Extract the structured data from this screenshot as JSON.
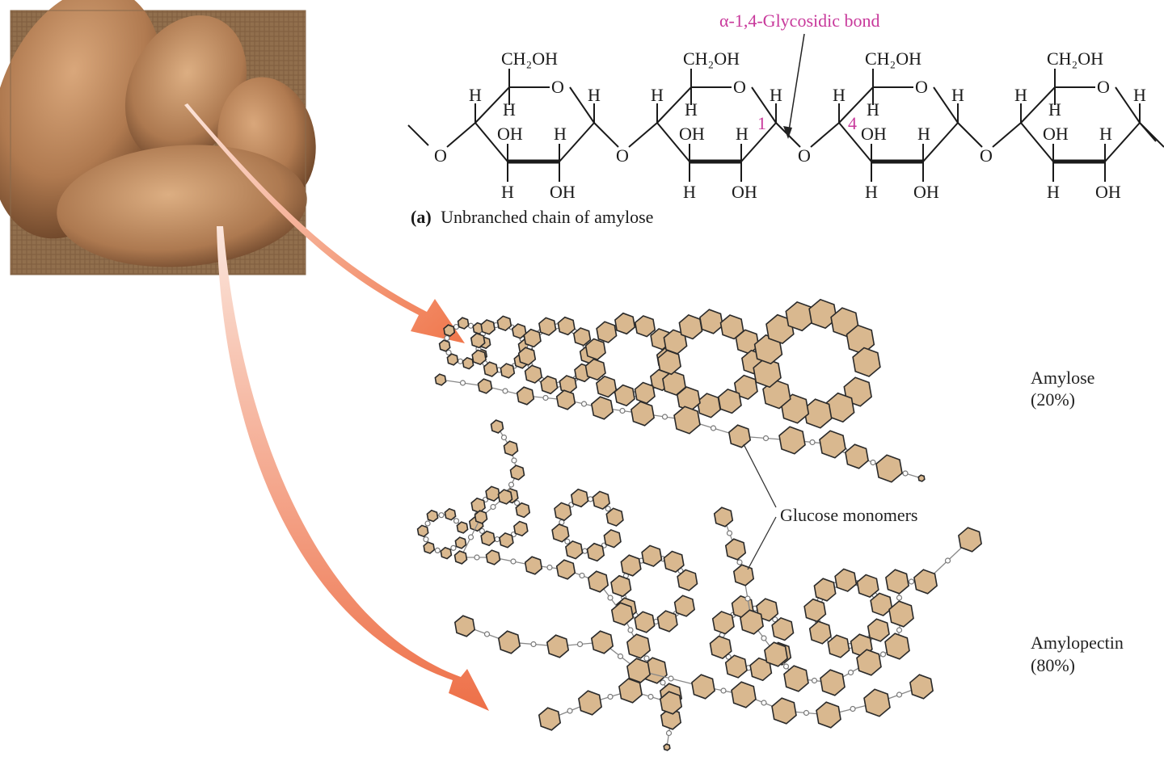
{
  "structure": {
    "bond_label": "α-1,4-Glycosidic bond",
    "carbon_1": "1",
    "carbon_4": "4",
    "caption_letter": "(a)",
    "caption_text": "Unbranched chain of amylose",
    "unit": {
      "ch2oh": "CH₂OH",
      "ring_o": "O",
      "h": "H",
      "oh": "OH",
      "bridge_o": "O"
    }
  },
  "labels": {
    "amylose_name": "Amylose",
    "amylose_pct": "(20%)",
    "amylopectin_name": "Amylopectin",
    "amylopectin_pct": "(80%)",
    "glucose": "Glucose monomers"
  },
  "colors": {
    "arrow": "#f28a63",
    "ring_fill": "#d9b88f",
    "label_accent": "#c8399b",
    "potato": "#a9774f"
  }
}
